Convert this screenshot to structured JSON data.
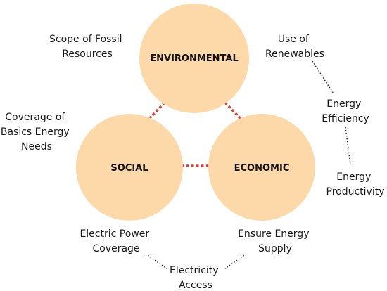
{
  "colors": {
    "circle_fill": "#fdd8a8",
    "red_connector": "#e03c31",
    "dotted_connector": "#333333",
    "text": "#1a1a1a"
  },
  "circles": {
    "environmental": "ENVIRONMENTAL",
    "social": "SOCIAL",
    "economic": "ECONOMIC"
  },
  "notes": {
    "scope_fossil": [
      "Scope of Fossil",
      "Resources"
    ],
    "use_renewables": [
      "Use of",
      "Renewables"
    ],
    "energy_efficiency": [
      "Energy",
      "Efficiency"
    ],
    "energy_productivity": [
      "Energy",
      "Productivity"
    ],
    "coverage_basic": [
      "Coverage of",
      "Basics Energy",
      "Needs"
    ],
    "electric_power": [
      "Electric Power",
      "Coverage"
    ],
    "ensure_supply": [
      "Ensure Energy",
      "Supply"
    ],
    "electricity_access": [
      "Electricity",
      "Access"
    ]
  }
}
